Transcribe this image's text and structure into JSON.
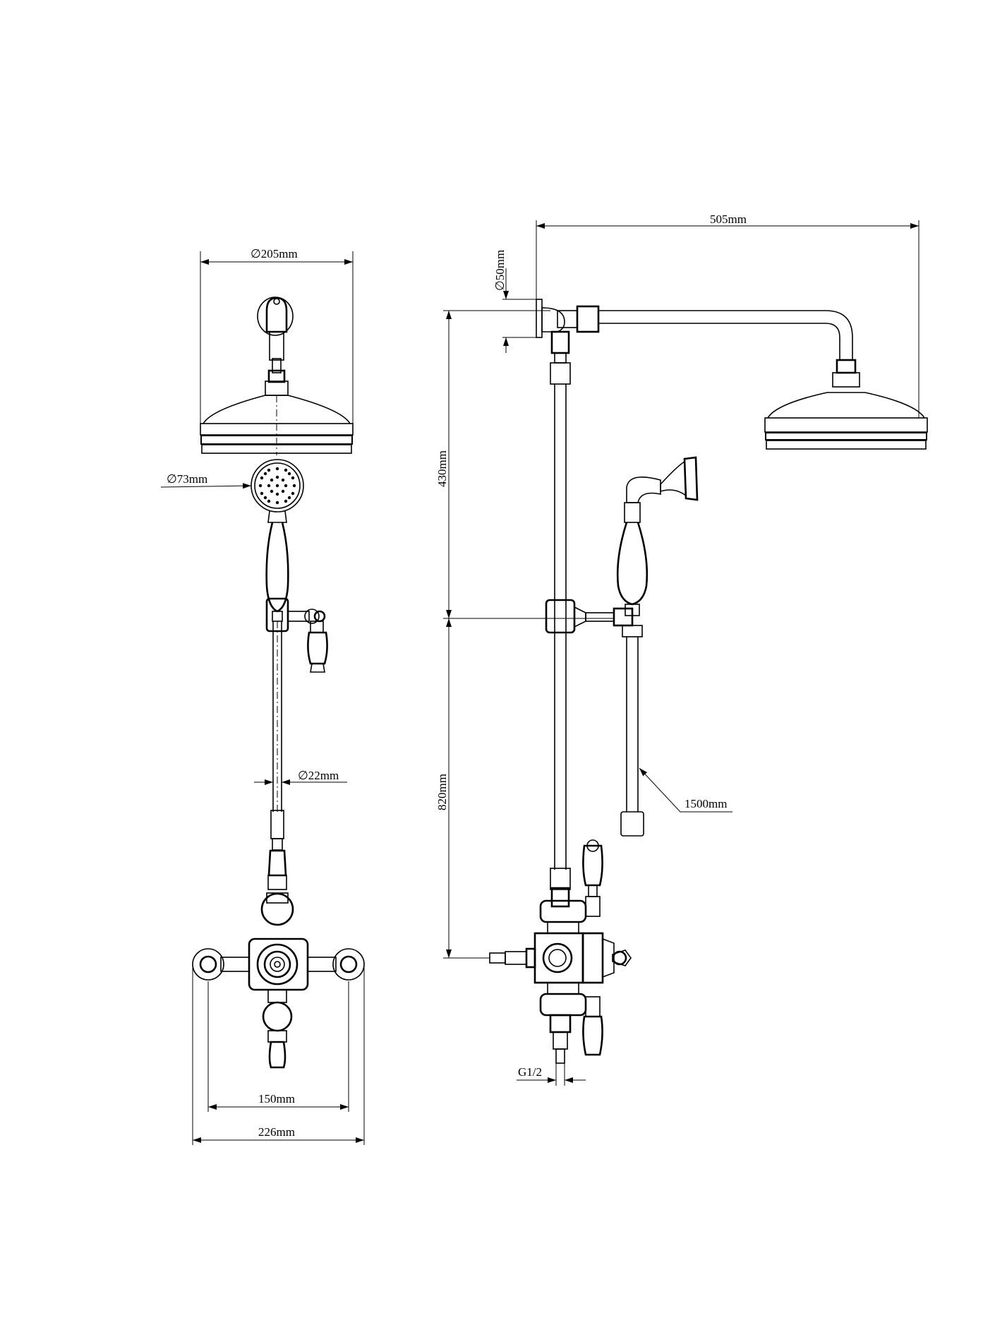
{
  "diagram": {
    "front_view": {
      "head_diameter": "∅205mm",
      "handset_diameter": "∅73mm",
      "riser_diameter": "∅22mm",
      "inlet_centres": "150mm",
      "overall_width": "226mm"
    },
    "side_view": {
      "arm_projection": "505mm",
      "wall_plate_diameter": "∅50mm",
      "upper_height": "430mm",
      "lower_height": "820mm",
      "hose_length": "1500mm",
      "inlet_thread": "G1/2"
    }
  }
}
